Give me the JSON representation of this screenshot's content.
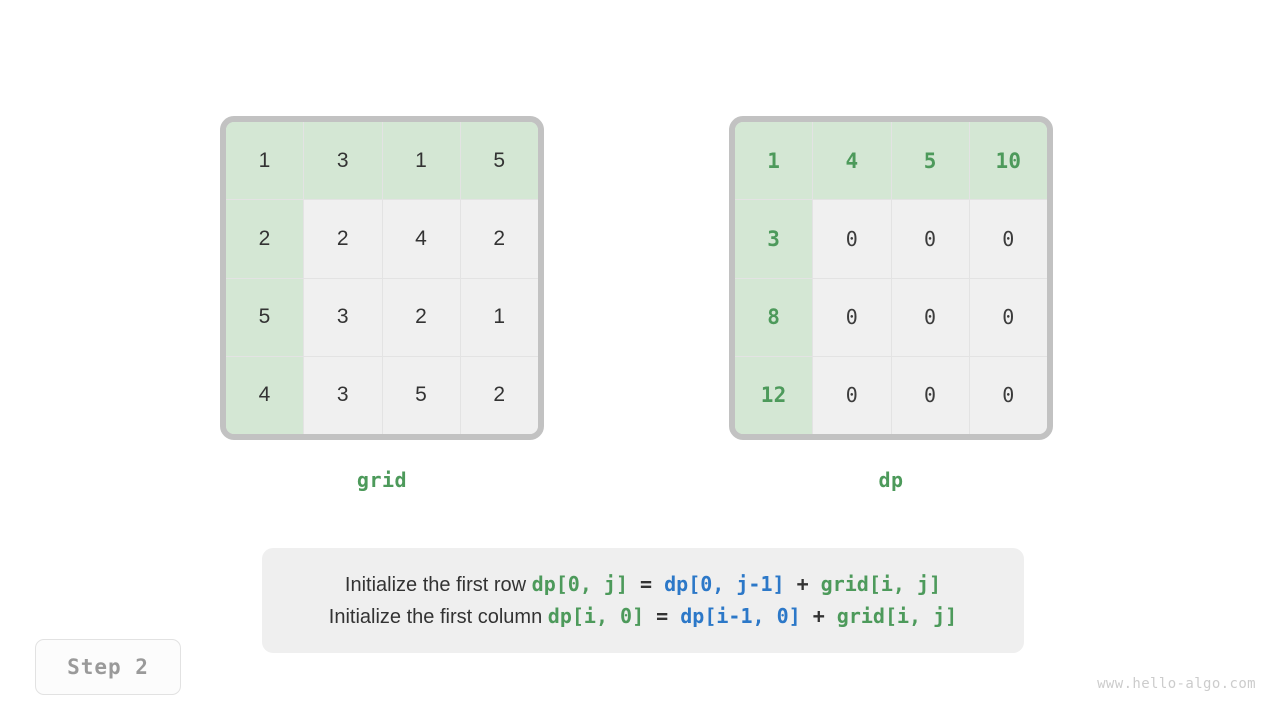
{
  "watermark": "www.hello-algo.com",
  "step_badge": {
    "label": "Step 2"
  },
  "grid_table": {
    "label": "grid",
    "rows": [
      [
        {
          "v": "1",
          "hl": true
        },
        {
          "v": "3",
          "hl": true
        },
        {
          "v": "1",
          "hl": true
        },
        {
          "v": "5",
          "hl": true
        }
      ],
      [
        {
          "v": "2",
          "hl": true
        },
        {
          "v": "2",
          "hl": false
        },
        {
          "v": "4",
          "hl": false
        },
        {
          "v": "2",
          "hl": false
        }
      ],
      [
        {
          "v": "5",
          "hl": true
        },
        {
          "v": "3",
          "hl": false
        },
        {
          "v": "2",
          "hl": false
        },
        {
          "v": "1",
          "hl": false
        }
      ],
      [
        {
          "v": "4",
          "hl": true
        },
        {
          "v": "3",
          "hl": false
        },
        {
          "v": "5",
          "hl": false
        },
        {
          "v": "2",
          "hl": false
        }
      ]
    ]
  },
  "dp_table": {
    "label": "dp",
    "rows": [
      [
        {
          "v": "1",
          "hl": true
        },
        {
          "v": "4",
          "hl": true
        },
        {
          "v": "5",
          "hl": true
        },
        {
          "v": "10",
          "hl": true
        }
      ],
      [
        {
          "v": "3",
          "hl": true
        },
        {
          "v": "0",
          "hl": false
        },
        {
          "v": "0",
          "hl": false
        },
        {
          "v": "0",
          "hl": false
        }
      ],
      [
        {
          "v": "8",
          "hl": true
        },
        {
          "v": "0",
          "hl": false
        },
        {
          "v": "0",
          "hl": false
        },
        {
          "v": "0",
          "hl": false
        }
      ],
      [
        {
          "v": "12",
          "hl": true
        },
        {
          "v": "0",
          "hl": false
        },
        {
          "v": "0",
          "hl": false
        },
        {
          "v": "0",
          "hl": false
        }
      ]
    ]
  },
  "caption": {
    "line1": {
      "prose": "Initialize the first row ",
      "target": "dp[0, j]",
      "eq": " = ",
      "source": "dp[0, j-1]",
      "plus": " + ",
      "addend": "grid[i, j]"
    },
    "line2": {
      "prose": "Initialize the first column ",
      "target": "dp[i, 0]",
      "eq": " = ",
      "source": "dp[i-1, 0]",
      "plus": " + ",
      "addend": "grid[i, j]"
    }
  },
  "colors": {
    "highlight_cell": "#d4e7d4",
    "plain_cell": "#f0f0f0",
    "table_border": "#c2c2c2",
    "accent_green": "#4d9a5b",
    "accent_blue": "#2c78c8",
    "caption_bg": "#efefef"
  }
}
